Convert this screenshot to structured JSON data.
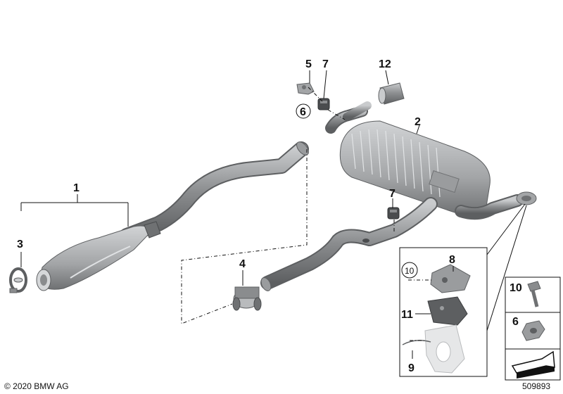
{
  "labels": {
    "l1": "1",
    "l2": "2",
    "l3": "3",
    "l4": "4",
    "l5": "5",
    "l6": "6",
    "l7a": "7",
    "l7b": "7",
    "l8": "8",
    "l9": "9",
    "l10": "10",
    "l11": "11",
    "l12": "12",
    "panel10": "10",
    "panel6": "6"
  },
  "copyright": "© 2020 BMW AG",
  "diagram_id": "509893",
  "colors": {
    "part": "#8a8c8e",
    "part_light": "#b9bbbd",
    "part_dark": "#5d5f61",
    "line": "#111111"
  }
}
